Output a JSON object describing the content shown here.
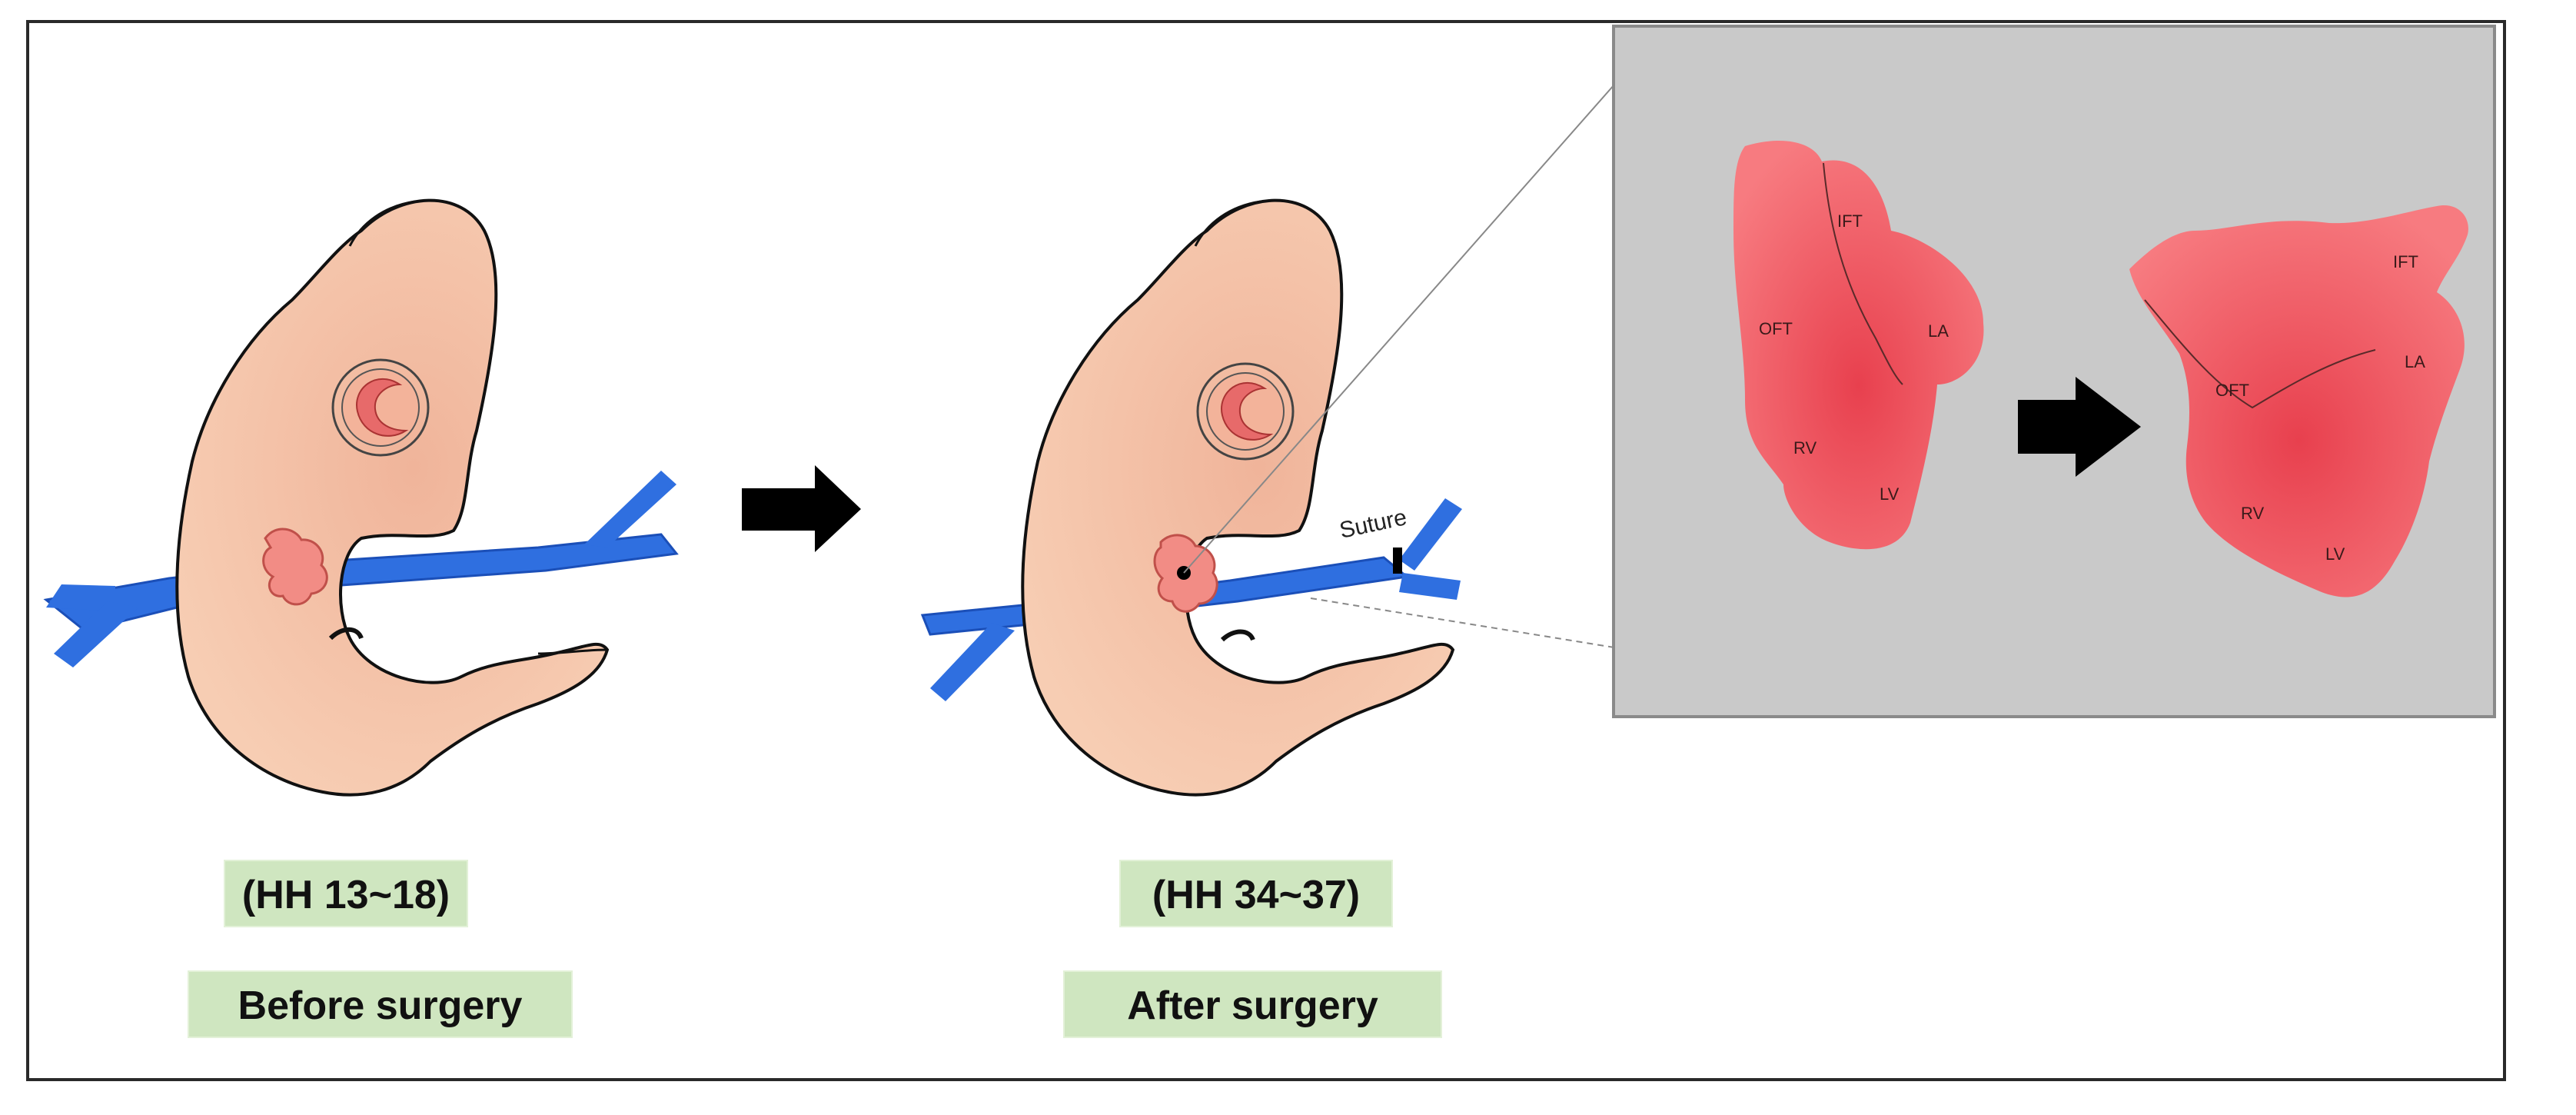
{
  "stages": {
    "before": {
      "hh": "(HH 13~18)",
      "caption": "Before surgery"
    },
    "after": {
      "hh": "(HH 34~37)",
      "caption": "After surgery"
    }
  },
  "annotations": {
    "suture": "Suture"
  },
  "heart_before": {
    "ift": "IFT",
    "oft": "OFT",
    "la": "LA",
    "rv": "RV",
    "lv": "LV"
  },
  "heart_after": {
    "ift": "IFT",
    "oft": "OFT",
    "la": "LA",
    "rv": "RV",
    "lv": "LV"
  },
  "colors": {
    "embryo_fill": "#f5c2a5",
    "vessel": "#2f6fe0",
    "heart": "#f06a70",
    "heart_dark": "#e84a58",
    "panel_bg": "#c9c9c9",
    "label_bg": "#cfe6c0",
    "arrow": "#000000"
  }
}
